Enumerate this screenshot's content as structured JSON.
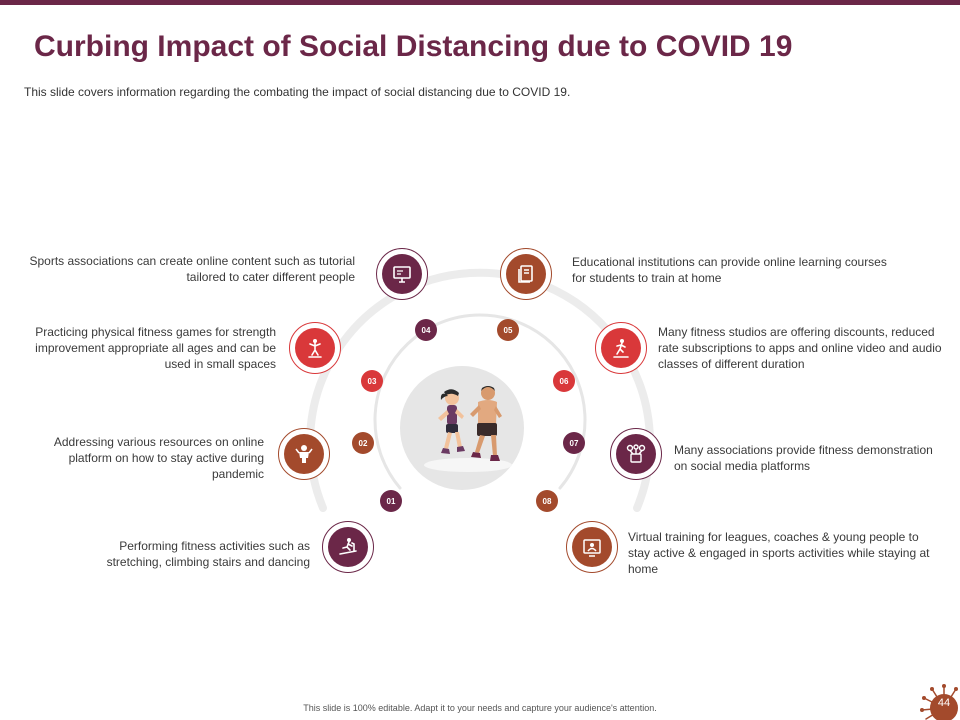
{
  "slide": {
    "title": "Curbing Impact of Social Distancing due to COVID 19",
    "subtitle": "This slide covers information regarding  the combating the impact of social distancing due to COVID  19.",
    "footer": "This slide is 100% editable.  Adapt it to your needs and capture your audience's attention.",
    "page_number": "44"
  },
  "colors": {
    "maroon": "#6b2748",
    "red": "#d9383a",
    "brown": "#a34a2c",
    "ring_gray": "#ececec"
  },
  "items": [
    {
      "num": "01",
      "icon": "treadmill-icon",
      "color": "#6b2748",
      "text": "Performing  fitness activities such as stretching, climbing stairs and dancing"
    },
    {
      "num": "02",
      "icon": "person-badge-icon",
      "color": "#a34a2c",
      "text": "Addressing various resources on online platform  on how to stay active during pandemic"
    },
    {
      "num": "03",
      "icon": "fitness-figure-icon",
      "color": "#d9383a",
      "text": "Practicing physical fitness games for strength improvement  appropriate  all ages and can be used in small spaces"
    },
    {
      "num": "04",
      "icon": "computer-screen-icon",
      "color": "#6b2748",
      "text": "Sports associations can create online content such as tutorial tailored to cater different  people"
    },
    {
      "num": "05",
      "icon": "book-icon",
      "color": "#a34a2c",
      "text": "Educational institutions can provide  online learning courses for students to train at home"
    },
    {
      "num": "06",
      "icon": "discount-runner-icon",
      "color": "#d9383a",
      "text": "Many fitness studios are offering discounts, reduced rate subscriptions to apps and online video  and audio classes of different  duration"
    },
    {
      "num": "07",
      "icon": "social-network-icon",
      "color": "#6b2748",
      "text": "Many associations provide  fitness demonstration  on social media platforms"
    },
    {
      "num": "08",
      "icon": "video-training-icon",
      "color": "#a34a2c",
      "text": "Virtual training for leagues, coaches & young people to stay active & engaged in sports activities while staying at home"
    }
  ],
  "center_image": "runners-illustration"
}
